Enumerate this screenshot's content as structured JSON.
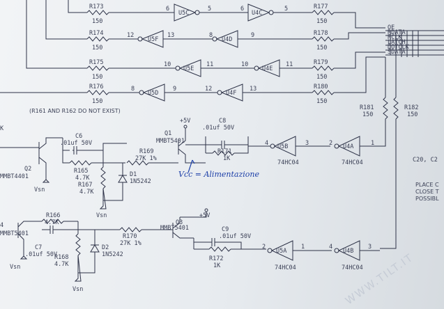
{
  "inverters_top": [
    {
      "resistor": "R173",
      "value": "150",
      "g1": "U5C",
      "g1_in": "6",
      "g1_out": "5",
      "g2": "U4C",
      "g2_in": "6",
      "g2_out": "5",
      "r_out": "R177",
      "r_out_value": "150"
    },
    {
      "resistor": "R174",
      "value": "150",
      "g1": "U5F",
      "g1_in": "12",
      "g1_out": "13",
      "g2": "U4D",
      "g2_in": "8",
      "g2_out": "9",
      "r_out": "R178",
      "r_out_value": "150"
    },
    {
      "resistor": "R175",
      "value": "150",
      "g1": "U5E",
      "g1_in": "10",
      "g1_out": "11",
      "g2": "U4E",
      "g2_in": "10",
      "g2_out": "11",
      "r_out": "R179",
      "r_out_value": "150"
    },
    {
      "resistor": "R176",
      "value": "150",
      "g1": "U5D",
      "g1_in": "8",
      "g1_out": "9",
      "g2": "U4F",
      "g2_in": "12",
      "g2_out": "13",
      "r_out": "R180",
      "r_out_value": "150"
    }
  ],
  "bus_signals": [
    "OE",
    "RDATA",
    "RCLK",
    "LATCH",
    "DOTCLK",
    "SDATA"
  ],
  "note_missing": "(R161 AND R162 DO NOT EXIST)",
  "edge_k": "K",
  "handwritten_note": "Vcc = Alimentazione",
  "watermark": "WWW.TILT.IT",
  "right_notes": {
    "c": "C20, C2",
    "line1": "PLACE C",
    "line2": "CLOSE T",
    "line3": "POSSIBL"
  },
  "r181": {
    "name": "R181",
    "value": "150"
  },
  "r182": {
    "name": "R182",
    "value": "150"
  },
  "upper_circuit": {
    "c6": {
      "name": "C6",
      "value": ".01uf 50V"
    },
    "q2": {
      "name": "Q2",
      "part": "MMBT4401"
    },
    "r165": {
      "name": "R165",
      "value": "4.7K"
    },
    "r167": {
      "name": "R167",
      "value": "4.7K"
    },
    "d1": {
      "name": "D1",
      "part": "1N5242"
    },
    "r169": {
      "name": "R169",
      "value": "27K 1%"
    },
    "q1": {
      "name": "Q1",
      "part": "MMBT5401"
    },
    "vplus": "+5V",
    "c8": {
      "name": "C8",
      "value": ".01uf 50V"
    },
    "r171": {
      "name": "R171",
      "value": "1K"
    },
    "u5b": {
      "name": "U5B",
      "chip": "74HC04",
      "pin_in": "4",
      "pin_out": "3"
    },
    "u4a": {
      "name": "U4A",
      "chip": "74HC04",
      "pin_in": "2",
      "pin_out": "1"
    },
    "vsn": "Vsn"
  },
  "lower_circuit": {
    "r166": {
      "name": "R166",
      "value": "4.7K"
    },
    "c7": {
      "name": "C7",
      "value": ".01uf 50V"
    },
    "r168": {
      "name": "R168",
      "value": "4.7K"
    },
    "d2": {
      "name": "D2",
      "part": "1N5242"
    },
    "r170": {
      "name": "R170",
      "value": "27K 1%"
    },
    "q3": {
      "name": "Q3",
      "part": "MMBT5401"
    },
    "vplus": "+5V",
    "c9": {
      "name": "C9",
      "value": ".01uf 50V"
    },
    "r172": {
      "name": "R172",
      "value": "1K"
    },
    "u5a": {
      "name": "U5A",
      "chip": "74HC04",
      "pin_in": "2",
      "pin_out": "1"
    },
    "u4b": {
      "name": "U4B",
      "chip": "74HC04",
      "pin_in": "4",
      "pin_out": "3"
    },
    "q4_part": "MMBT5401",
    "q4_num": "4",
    "vsn": "Vsn"
  }
}
